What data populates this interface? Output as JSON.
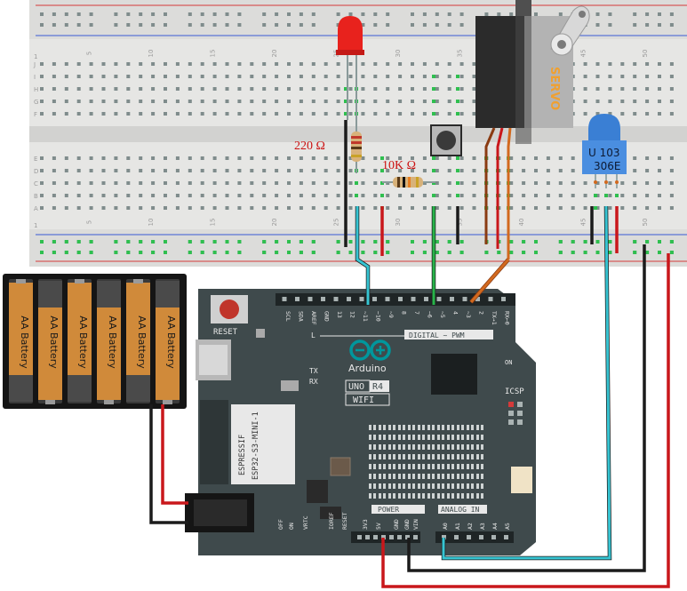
{
  "colors": {
    "breadboard": "#e4e4e2",
    "board": "#3f4a4c",
    "board_dark": "#2e3637",
    "wire_red": "#c9171b",
    "wire_black": "#1b1b1b",
    "wire_cyan": "#36c4d2",
    "wire_green": "#27b44a",
    "wire_orange": "#d2691e",
    "wire_brown": "#8a3b12",
    "led": "#e8221d",
    "servo": "#2b2b2b",
    "servo_plate": "#b3b3b3",
    "servo_text": "#f0a030",
    "thermistor": "#3a7fd4",
    "arduino_teal": "#00979c",
    "label_red": "#cc1111"
  },
  "breadboard": {
    "column_numbers": [
      "5",
      "10",
      "15",
      "20",
      "25",
      "30",
      "35",
      "40",
      "45",
      "50"
    ],
    "row_letters_top": [
      "J",
      "I",
      "H",
      "G",
      "F"
    ],
    "row_letters_bottom": [
      "E",
      "D",
      "C",
      "B",
      "A"
    ],
    "left_numbers": [
      "1",
      "1"
    ]
  },
  "components": {
    "resistor_220": "220 Ω",
    "resistor_10k": "10K Ω",
    "servo_label": "SERVO",
    "thermistor_line1": "U 103",
    "thermistor_line2": "306E"
  },
  "battery": {
    "cells": [
      "AA Battery",
      "AA Battery",
      "AA Battery",
      "AA Battery",
      "AA Battery",
      "AA Battery"
    ]
  },
  "arduino": {
    "reset_label": "RESET",
    "logo_text": "Arduino",
    "model": "UNO",
    "revision": "R4",
    "variant": "WIFI",
    "digital_label": "DIGITAL ~ PWM",
    "digital_pins_top": [
      "SCL",
      "SDA",
      "AREF",
      "GND",
      "13",
      "12",
      "~11",
      "~10",
      "~9",
      "8",
      "7",
      "~6",
      "~5",
      "4",
      "~3",
      "2",
      "TX→1",
      "RX←0"
    ],
    "tx_label": "TX",
    "rx_label": "RX",
    "l_label": "L",
    "on_label": "ON",
    "icsp_label": "ICSP",
    "power_label": "POWER",
    "analog_label": "ANALOG IN",
    "module_line1": "ESPRESSIF",
    "module_line2": "ESP32-S3-MINI-1",
    "power_pins": [
      "OFF",
      "ON",
      "VRTC",
      "IOREF",
      "RESET",
      "3V3",
      "5V",
      "GND",
      "GND",
      "VIN"
    ],
    "analog_pins": [
      "A0",
      "A1",
      "A2",
      "A3",
      "A4",
      "A5"
    ]
  }
}
